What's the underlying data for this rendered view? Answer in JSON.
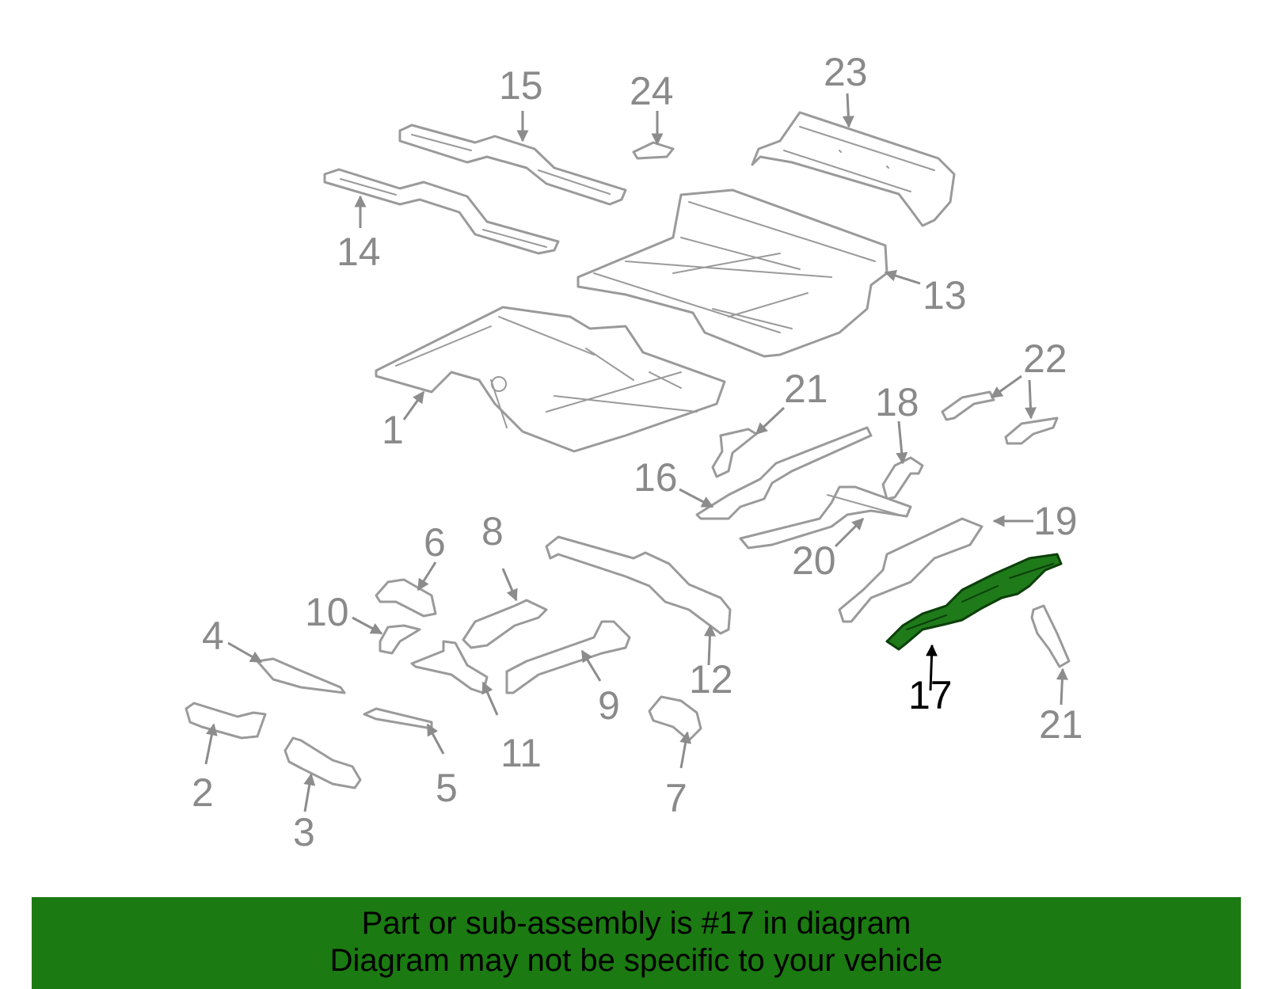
{
  "colors": {
    "highlight": "#1f7a1a",
    "banner_background": "#1b7a12",
    "line_gray": "#9a9a9a"
  },
  "callouts": {
    "c1": "1",
    "c2": "2",
    "c3": "3",
    "c4": "4",
    "c5": "5",
    "c6": "6",
    "c7": "7",
    "c8": "8",
    "c9": "9",
    "c10": "10",
    "c11": "11",
    "c12": "12",
    "c13": "13",
    "c14": "14",
    "c15": "15",
    "c16": "16",
    "c17": "17",
    "c18": "18",
    "c19": "19",
    "c20": "20",
    "c21a": "21",
    "c21b": "21",
    "c22": "22",
    "c23": "23",
    "c24": "24"
  },
  "highlighted_part": "17",
  "banner": {
    "line1": "Part or sub-assembly is #17 in diagram",
    "line2": "Diagram may not be specific to your vehicle"
  }
}
